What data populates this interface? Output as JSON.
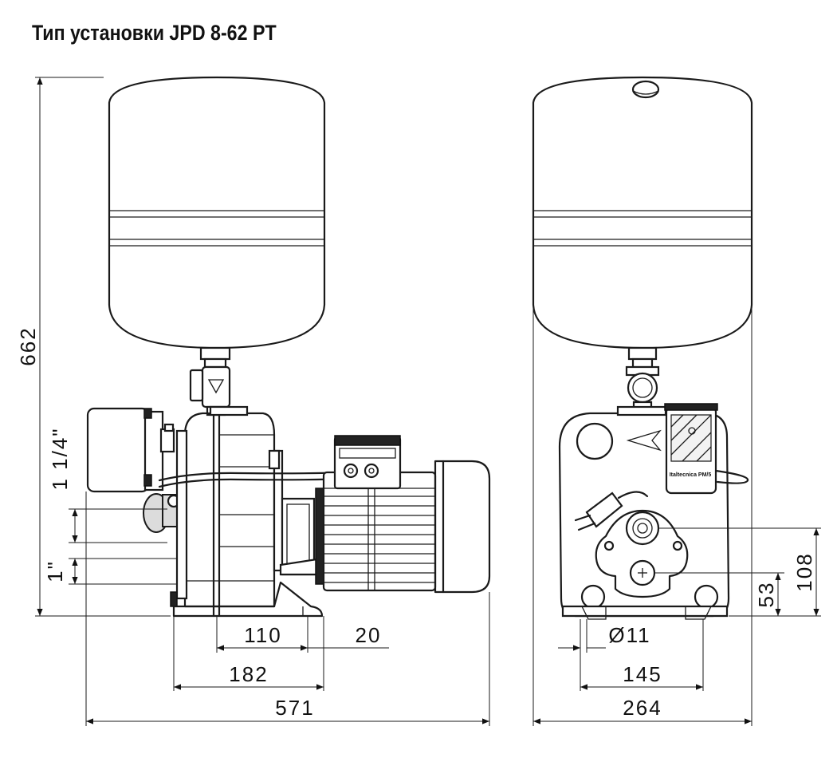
{
  "title": "Тип установки JPD 8-62 PT",
  "side_view": {
    "height": "662",
    "inlet_thread": "1 1/4\"",
    "outlet_thread": "1\"",
    "dim_110": "110",
    "dim_20": "20",
    "dim_182": "182",
    "length": "571"
  },
  "front_view": {
    "hole_diameter": "Ø11",
    "dim_145": "145",
    "width": "264",
    "dim_108": "108",
    "dim_53": "53",
    "switch_label": "Italtecnica PM/5"
  }
}
